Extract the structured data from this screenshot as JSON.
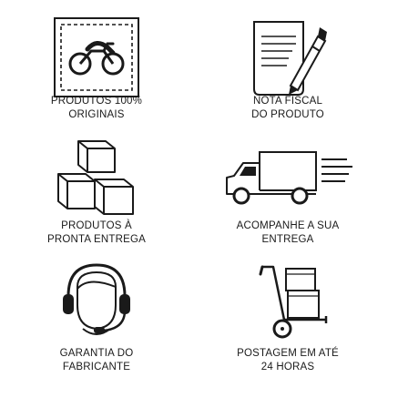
{
  "features": [
    {
      "icon": "motorcycle-stamp-icon",
      "lines": [
        "PRODUTOS 100%",
        "ORIGINAIS"
      ]
    },
    {
      "icon": "invoice-pen-icon",
      "lines": [
        "NOTA FISCAL",
        "DO PRODUTO"
      ]
    },
    {
      "icon": "stacked-boxes-icon",
      "lines": [
        "PRODUTOS À",
        "PRONTA ENTREGA"
      ]
    },
    {
      "icon": "delivery-truck-icon",
      "lines": [
        "ACOMPANHE A SUA",
        "ENTREGA"
      ]
    },
    {
      "icon": "headset-agent-icon",
      "lines": [
        "GARANTIA DO",
        "FABRICANTE"
      ]
    },
    {
      "icon": "hand-truck-icon",
      "lines": [
        "POSTAGEM EM ATÉ",
        "24 HORAS"
      ]
    }
  ]
}
